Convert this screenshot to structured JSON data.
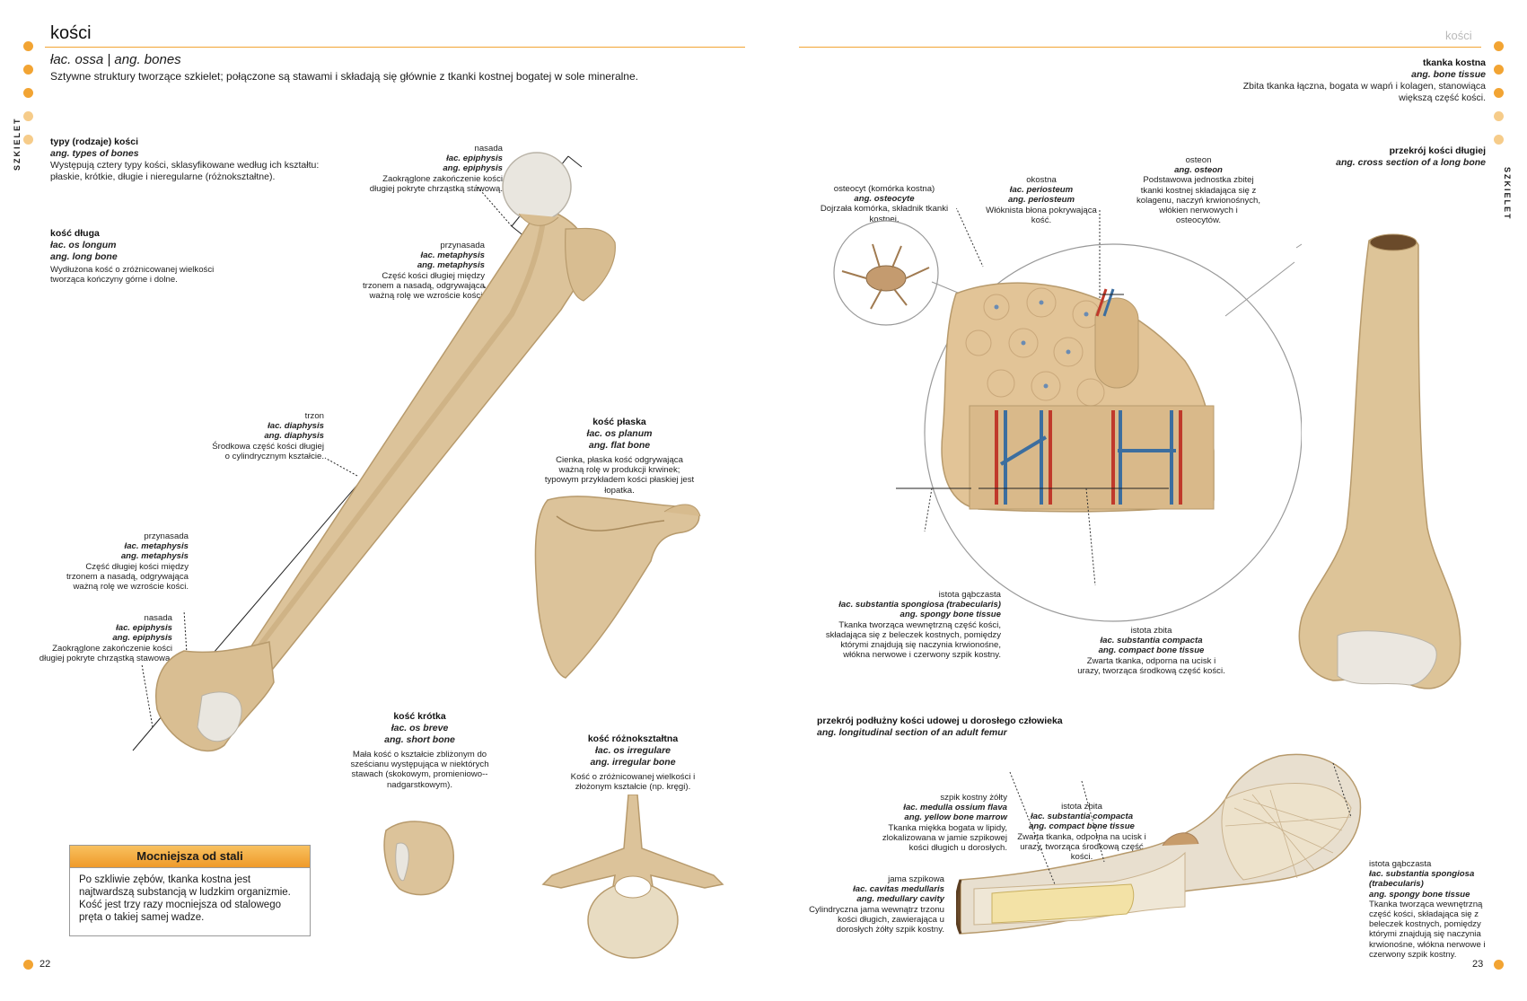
{
  "header": {
    "title_left": "kości",
    "title_right": "kości",
    "subtitle": "łac. ossa | ang. bones",
    "intro": "Sztywne struktury tworzące szkielet; połączone są stawami i składają się głównie z tkanki kostnej bogatej w sole mineralne.",
    "side_tab": "SZKIELET"
  },
  "colors": {
    "accent": "#f2a433",
    "accent_light": "#f6cc8a",
    "bone": "#dcc39a"
  },
  "types": {
    "title": "typy (rodzaje) kości",
    "ang": "ang. types of bones",
    "desc": "Występują cztery typy kości, sklasyfikowane według ich kształtu: płaskie, krótkie, długie i nieregularne (różnokształtne)."
  },
  "long_bone": {
    "title": "kość długa",
    "lat": "łac. os longum",
    "ang": "ang. long bone",
    "desc": "Wydłużona kość o zróżnicowanej wielkości tworząca kończyny górne i dolne."
  },
  "labels_left": {
    "epiphysis_top": {
      "n": "nasada",
      "l": "łac. epiphysis",
      "a": "ang. epiphysis",
      "d": "Zaokrąglone zakończenie kości długiej pokryte chrząstką stawową."
    },
    "metaphysis_top": {
      "n": "przynasada",
      "l": "łac. metaphysis",
      "a": "ang. metaphysis",
      "d": "Część kości długiej między trzonem a nasadą, odgrywająca ważną rolę we wzroście kości."
    },
    "diaphysis": {
      "n": "trzon",
      "l": "łac. diaphysis",
      "a": "ang. diaphysis",
      "d": "Środkowa część kości długiej o cylindrycznym kształcie."
    },
    "metaphysis_bottom": {
      "n": "przynasada",
      "l": "łac. metaphysis",
      "a": "ang. metaphysis",
      "d": "Część długiej kości między trzonem a nasadą, odgrywająca ważną rolę we wzroście kości."
    },
    "epiphysis_bottom": {
      "n": "nasada",
      "l": "łac. epiphysis",
      "a": "ang. epiphysis",
      "d": "Zaokrąglone zakończenie kości długiej pokryte chrząstką stawową."
    }
  },
  "flat_bone": {
    "title": "kość płaska",
    "lat": "łac. os planum",
    "ang": "ang. flat bone",
    "desc": "Cienka, płaska kość odgrywająca ważną rolę w produkcji krwinek; typowym przykładem kości płaskiej jest łopatka."
  },
  "short_bone": {
    "title": "kość krótka",
    "lat": "łac. os breve",
    "ang": "ang. short bone",
    "desc": "Mała kość o kształcie zbliżonym do sześcianu występująca w niektórych stawach (skokowym, promieniowo--nadgarstkowym)."
  },
  "irregular_bone": {
    "title": "kość różnokształtna",
    "lat": "łac. os irregulare",
    "ang": "ang. irregular bone",
    "desc": "Kość o zróżnicowanej wielkości i złożonym kształcie (np. kręgi)."
  },
  "box": {
    "title": "Mocniejsza od stali",
    "text": "Po szkliwie zębów, tkanka kostna jest najtwardszą substancją w ludzkim organizmie. Kość jest trzy razy mocniejsza od stalowego pręta o takiej samej wadze."
  },
  "page_left": "22",
  "page_right": "23",
  "right": {
    "tissue": {
      "title": "tkanka kostna",
      "ang": "ang. bone tissue",
      "desc": "Zbita tkanka łączna, bogata w wapń i kolagen, stanowiąca większą część kości."
    },
    "cross_section": {
      "title": "przekrój kości długiej",
      "ang": "ang. cross section of a long bone"
    },
    "osteocyte": {
      "n": "osteocyt (komórka kostna)",
      "a": "ang. osteocyte",
      "d": "Dojrzała komórka, składnik tkanki kostnej."
    },
    "periosteum": {
      "n": "okostna",
      "l": "łac. periosteum",
      "a": "ang. periosteum",
      "d": "Włóknista błona pokrywająca kość."
    },
    "osteon": {
      "n": "osteon",
      "a": "ang. osteon",
      "d": "Podstawowa jednostka zbitej tkanki kostnej składająca się z kolagenu, naczyń krwionośnych, włókien nerwowych i osteocytów."
    },
    "spongy": {
      "n": "istota gąbczasta",
      "l": "łac. substantia spongiosa (trabecularis)",
      "a": "ang. spongy bone tissue",
      "d": "Tkanka tworząca wewnętrzną część kości, składająca się z beleczek kostnych, pomiędzy którymi znajdują się naczynia krwionośne, włókna nerwowe i czerwony szpik kostny."
    },
    "compact": {
      "n": "istota zbita",
      "l": "łac. substantia compacta",
      "a": "ang. compact bone tissue",
      "d": "Zwarta tkanka, odporna na ucisk i urazy, tworząca środkową część kości."
    },
    "femur": {
      "title": "przekrój podłużny kości udowej u dorosłego człowieka",
      "ang": "ang. longitudinal section of an adult femur"
    },
    "yellow_marrow": {
      "n": "szpik kostny żółty",
      "l": "łac. medulla ossium flava",
      "a": "ang. yellow bone marrow",
      "d": "Tkanka miękka bogata w lipidy, zlokalizowana w jamie szpikowej kości długich u dorosłych."
    },
    "compact2": {
      "n": "istota zbita",
      "l": "łac. substantia compacta",
      "a": "ang. compact bone tissue",
      "d": "Zwarta tkanka, odporna na ucisk i urazy, tworząca środkową część kości."
    },
    "cavity": {
      "n": "jama szpikowa",
      "l": "łac. cavitas medullaris",
      "a": "ang. medullary cavity",
      "d": "Cylindryczna jama wewnątrz trzonu kości długich, zawierająca u dorosłych żółty szpik kostny."
    },
    "spongy2": {
      "n": "istota gąbczasta",
      "l": "łac. substantia spongiosa (trabecularis)",
      "a": "ang. spongy bone tissue",
      "d": "Tkanka tworząca wewnętrzną część kości, składająca się z beleczek kostnych, pomiędzy którymi znajdują się naczynia krwionośne, włókna nerwowe i czerwony szpik kostny."
    }
  }
}
